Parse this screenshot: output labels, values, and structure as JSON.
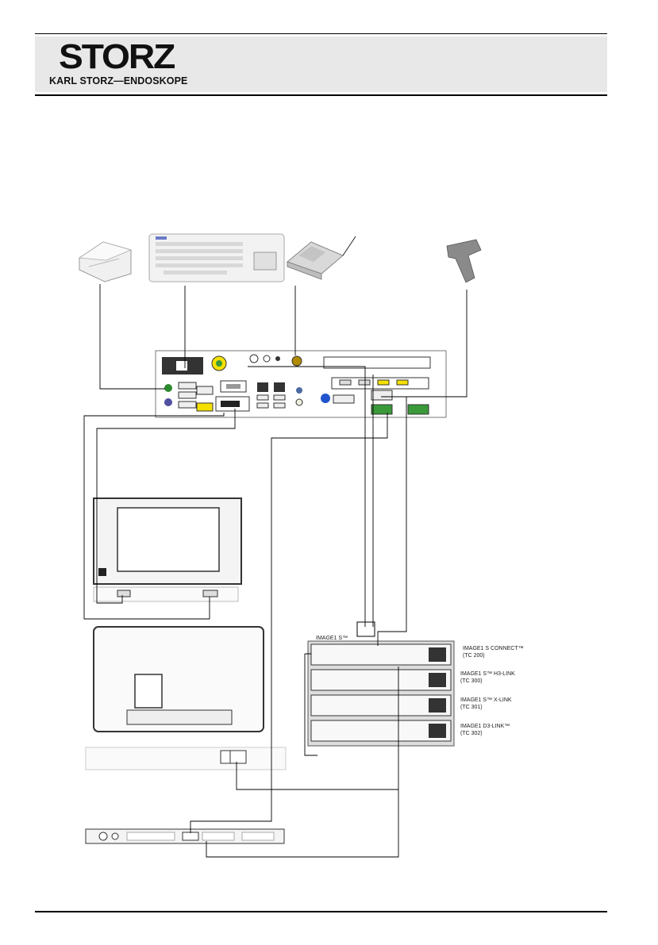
{
  "header": {
    "logo_word": "STORZ",
    "logo_subtitle": "KARL STORZ—ENDOSKOPE"
  },
  "devices": {
    "stack_label": "IMAGE1 S™",
    "modules": [
      {
        "name": "IMAGE1 S CONNECT™",
        "model": "(TC 200)"
      },
      {
        "name": "IMAGE1 S™ H3-LINK",
        "model": "(TC 300)"
      },
      {
        "name": "IMAGE1 S™ X-LINK",
        "model": "(TC 301)"
      },
      {
        "name": "IMAGE1 D3-LINK™",
        "model": "(TC 302)"
      }
    ]
  },
  "icons": [
    "printer-icon",
    "keyboard-icon",
    "footswitch-icon",
    "barcode-scanner-icon",
    "monitor-icon",
    "recorder-icon"
  ]
}
